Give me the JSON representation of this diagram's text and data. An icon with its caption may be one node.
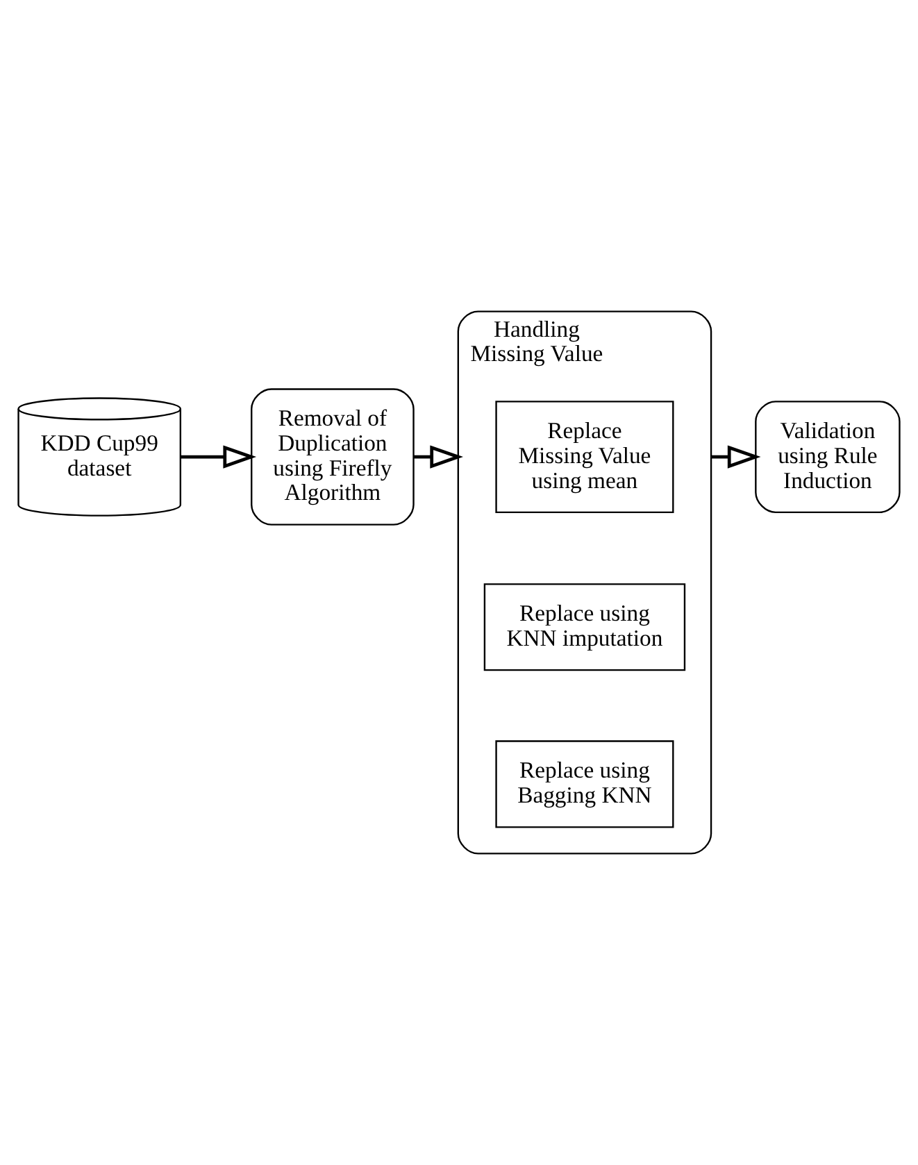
{
  "diagram": {
    "nodes": [
      {
        "text": [
          "KDD Cup99 dataset"
        ]
      },
      {
        "text": [
          "Removal of Duplication using Firefly Algorithm"
        ]
      },
      {
        "text": [
          "Handling Missing Value"
        ]
      },
      {
        "text": [
          "Replace Missing Value using mean"
        ],
        "in": 2
      },
      {
        "text": [
          "Replace using KNN imputation"
        ],
        "in": 2
      },
      {
        "text": [
          "Replace using Bagging KNN"
        ],
        "in": 2
      },
      {
        "text": [
          "Validation using Rule Induction"
        ]
      }
    ],
    "edges": [
      {
        "from": 0,
        "to": 1,
        "arrow": "to"
      },
      {
        "from": 1,
        "to": 2,
        "arrow": "to"
      },
      {
        "from": 2,
        "to": 6,
        "arrow": "to"
      }
    ]
  }
}
